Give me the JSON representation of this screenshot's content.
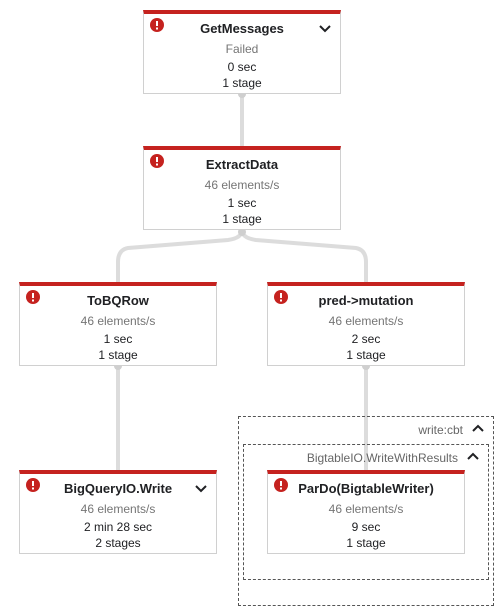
{
  "nodes": {
    "get_messages": {
      "title": "GetMessages",
      "status": "Failed",
      "time": "0 sec",
      "stages": "1 stage"
    },
    "extract_data": {
      "title": "ExtractData",
      "status": "46 elements/s",
      "time": "1 sec",
      "stages": "1 stage"
    },
    "to_bq_row": {
      "title": "ToBQRow",
      "status": "46 elements/s",
      "time": "1 sec",
      "stages": "1 stage"
    },
    "pred_mutation": {
      "title": "pred->mutation",
      "status": "46 elements/s",
      "time": "2 sec",
      "stages": "1 stage"
    },
    "bigquery_write": {
      "title": "BigQueryIO.Write",
      "status": "46 elements/s",
      "time": "2 min 28 sec",
      "stages": "2 stages"
    },
    "pardo_bigtable": {
      "title": "ParDo(BigtableWriter)",
      "status": "46 elements/s",
      "time": "9 sec",
      "stages": "1 stage"
    }
  },
  "groups": {
    "write_cbt": {
      "label": "write:cbt"
    },
    "bigtable_write": {
      "label": "BigtableIO.WriteWithResults"
    }
  },
  "colors": {
    "error_red": "#c5221f",
    "edge_gray": "#d9d9d9"
  },
  "icons": {
    "error": "error-icon",
    "expand": "chevron-down-icon",
    "collapse": "chevron-up-icon"
  }
}
